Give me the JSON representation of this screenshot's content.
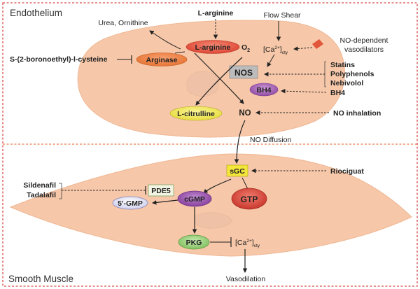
{
  "sections": {
    "top_title": "Endothelium",
    "bottom_title": "Smooth Muscle"
  },
  "endothelium": {
    "l_arginine_source": "L-arginine",
    "urea_ornithine": "Urea, Ornithine",
    "l_arginine_node": "L-arginine",
    "o2": "O",
    "o2_sub": "2",
    "flow_shear": "Flow Shear",
    "ca_left": "[Ca",
    "ca_sup": "2+",
    "ca_right": "]",
    "ca_sub": "cty",
    "no_dependent_line1": "NO-dependent",
    "no_dependent_line2": "vasodilators",
    "inhibitor": "S-(2-boronoethyl)-l-cysteine",
    "arginase": "Arginase",
    "nos": "NOS",
    "statins": "Statins",
    "polyphenols": "Polyphenols",
    "nebivolol": "Nebivolol",
    "bh4_node": "BH4",
    "bh4_source": "BH4",
    "l_citrulline": "L-citrulline",
    "no_product": "NO",
    "no_inhalation": "NO inhalation"
  },
  "no_diffusion": "NO Diffusion",
  "smooth_muscle": {
    "sgc": "sGC",
    "riociguat": "Riociguat",
    "sildenafil": "Sildenafil",
    "tadalafil": "Tadalafil",
    "pde5": "PDE5",
    "five_gmp": "5'-GMP",
    "cgmp": "cGMP",
    "gtp": "GTP",
    "pkg": "PKG",
    "ca_left": "[Ca",
    "ca_sup": "2+",
    "ca_right": "]",
    "ca_sub": "cty",
    "vasodilation": "Vasodilation"
  },
  "colors": {
    "cell_fill": "#f6c7a8",
    "arginase": "#ec8448",
    "l_arginine": "#e8523f",
    "nos": "#bcbcbc",
    "bh4": "#a560b3",
    "l_citrulline": "#f2ea5a",
    "sgc": "#f4e63a",
    "pde5_fill": "#f3f3e2",
    "five_gmp": "#e3e3f6",
    "cgmp": "#9c4fb0",
    "gtp": "#d84b40",
    "pkg": "#9bd27f",
    "divider": "#ec7e4f",
    "border": "#d94b4b",
    "drug_marker": "#e2573b"
  }
}
